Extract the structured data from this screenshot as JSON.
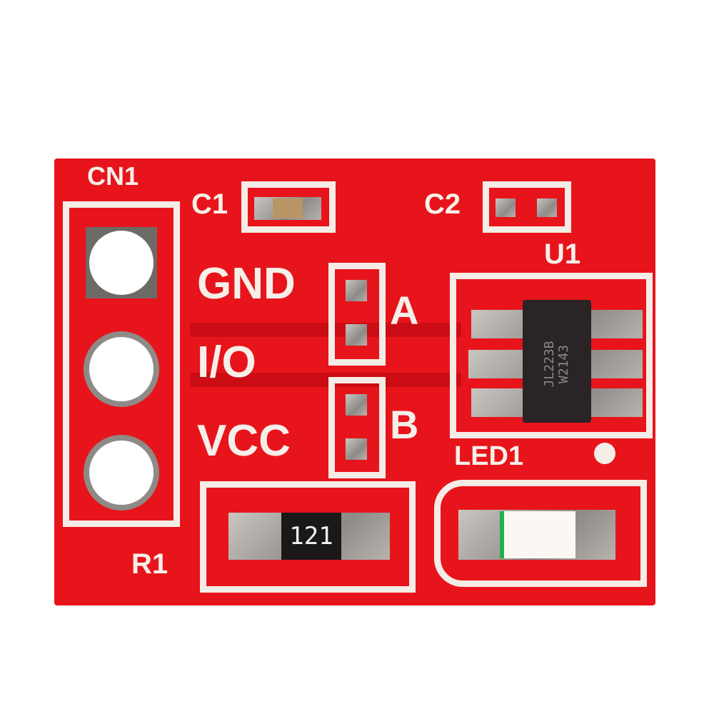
{
  "board": {
    "description": "Red PCB capacitive touch sensor module",
    "connector": {
      "label": "CN1",
      "pins": [
        "GND",
        "I/O",
        "VCC"
      ]
    },
    "capacitors": [
      {
        "label": "C1"
      },
      {
        "label": "C2"
      }
    ],
    "jumpers": [
      {
        "label": "A"
      },
      {
        "label": "B"
      }
    ],
    "ic": {
      "label": "U1",
      "marking_line1": "JL223B",
      "marking_line2": "W2143"
    },
    "resistor": {
      "label": "R1",
      "marking": "121"
    },
    "led": {
      "label": "LED1"
    },
    "colors": {
      "pcb": "#e8141b",
      "silkscreen": "#f4ece6",
      "chip": "#2a2426"
    }
  }
}
